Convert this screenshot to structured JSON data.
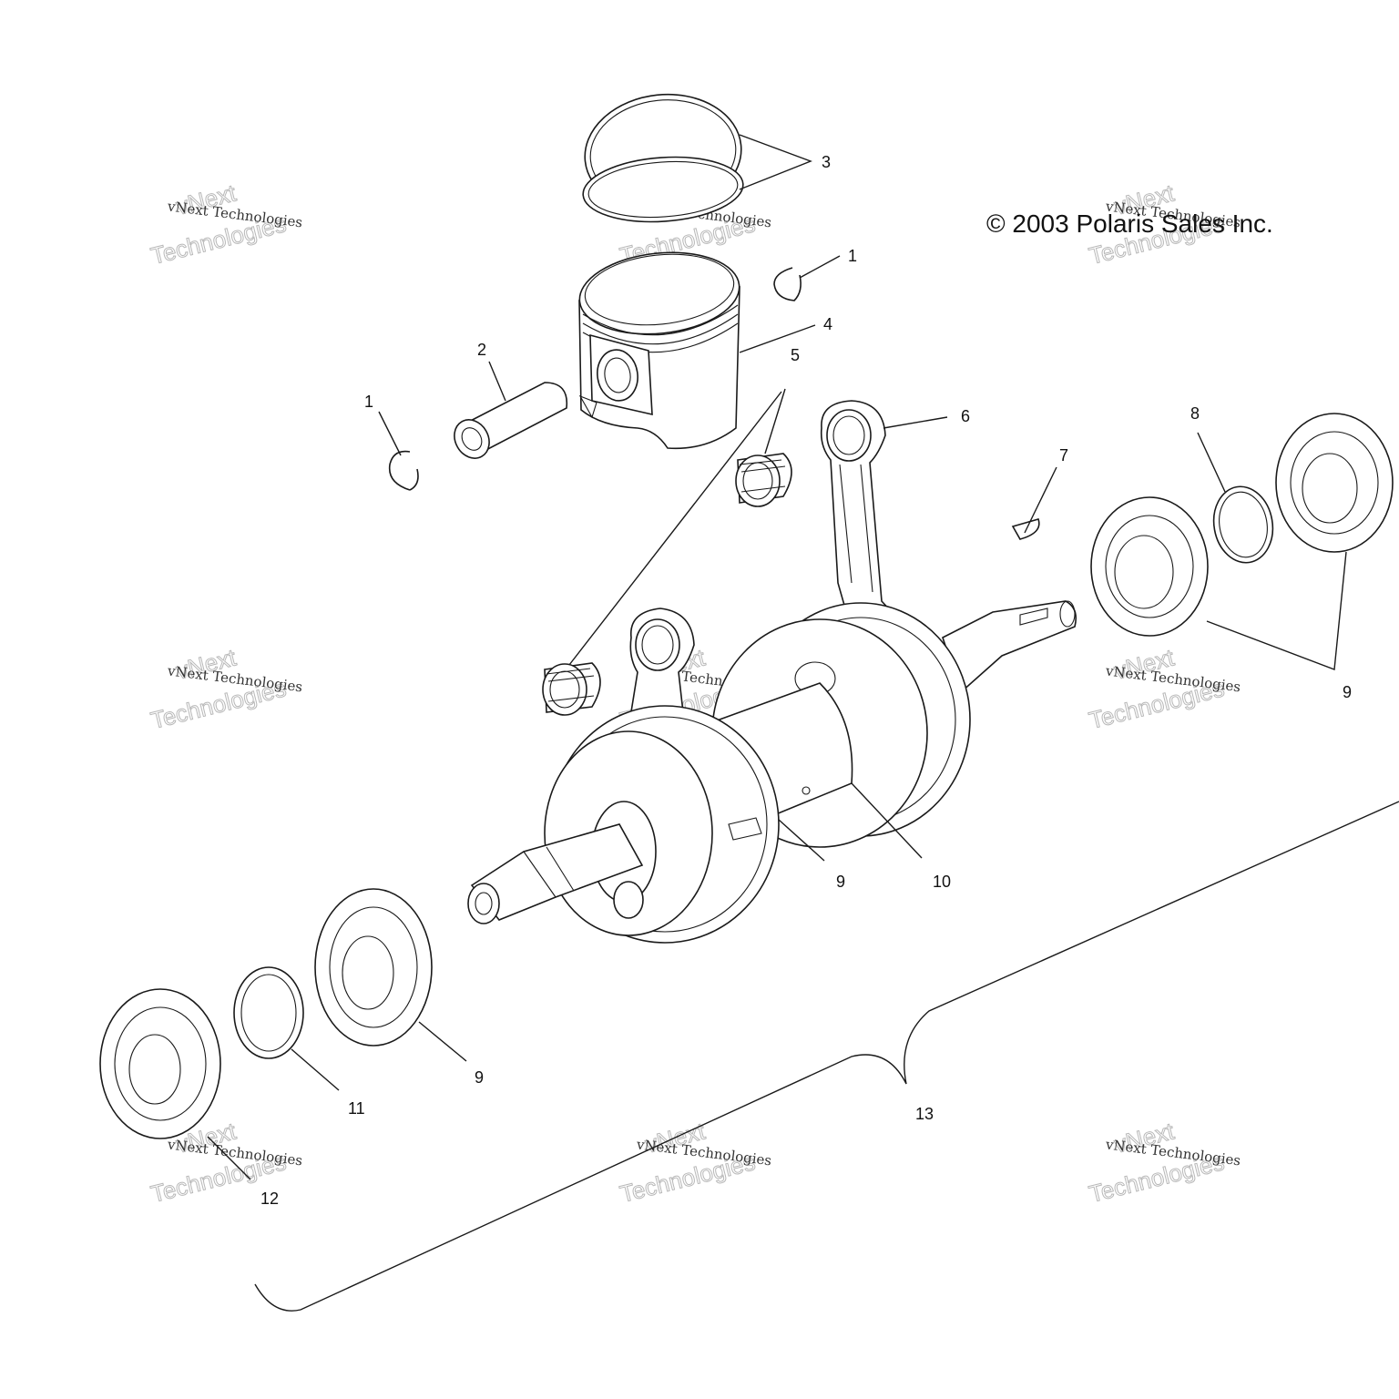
{
  "copyright": "© 2003 Polaris Sales Inc.",
  "watermark": {
    "line1": "vNext",
    "line2": "vNext Technologies",
    "line3": "Technologies"
  },
  "callouts": [
    {
      "id": "c1a",
      "label": "1"
    },
    {
      "id": "c1b",
      "label": "1"
    },
    {
      "id": "c2",
      "label": "2"
    },
    {
      "id": "c3",
      "label": "3"
    },
    {
      "id": "c4",
      "label": "4"
    },
    {
      "id": "c5",
      "label": "5"
    },
    {
      "id": "c6",
      "label": "6"
    },
    {
      "id": "c7",
      "label": "7"
    },
    {
      "id": "c8",
      "label": "8"
    },
    {
      "id": "c9a",
      "label": "9"
    },
    {
      "id": "c9b",
      "label": "9"
    },
    {
      "id": "c9c",
      "label": "9"
    },
    {
      "id": "c10",
      "label": "10"
    },
    {
      "id": "c11",
      "label": "11"
    },
    {
      "id": "c12",
      "label": "12"
    },
    {
      "id": "c13",
      "label": "13"
    }
  ],
  "colors": {
    "line": "#1a1a1a",
    "background": "#ffffff",
    "watermark_outline": "#b8b8b8"
  }
}
